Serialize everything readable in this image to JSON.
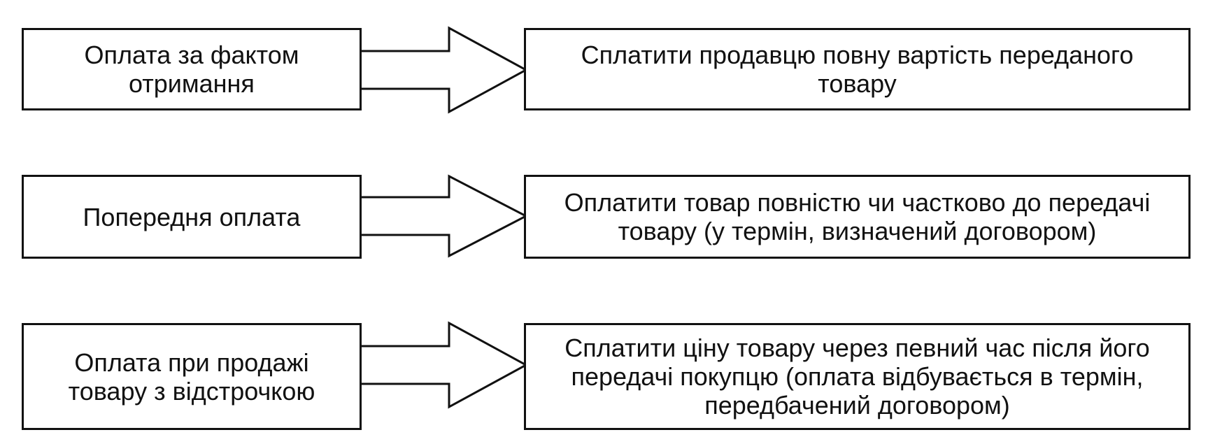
{
  "rows": [
    {
      "left": "Оплата за фактом\nотримання",
      "right": "Сплатити продавцю повну вартість переданого товару"
    },
    {
      "left": "Попередня оплата",
      "right": "Оплатити товар повністю чи частково до передачі\nтовару (у термін, визначений договором)"
    },
    {
      "left": "Оплата при продажі\nтовару з відстрочкою",
      "right": "Сплатити ціну товару через певний час після його\nпередачі покупцю (оплата відбувається в термін,\nпередбачений договором)"
    }
  ]
}
